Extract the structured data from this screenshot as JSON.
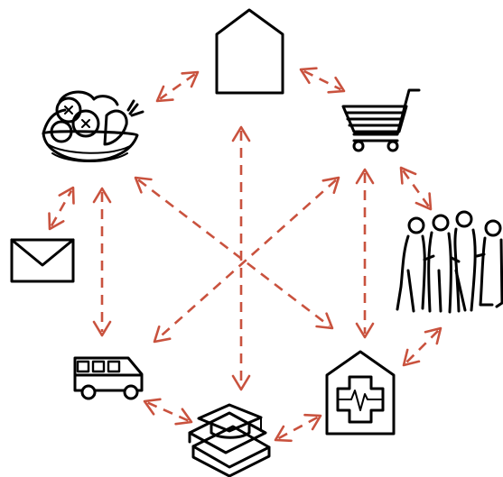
{
  "diagram": {
    "type": "network",
    "colors": {
      "arrow": "#c9523e",
      "icon": "#000000",
      "background": "#ffffff"
    },
    "nodes": [
      {
        "id": "home",
        "icon": "house-icon"
      },
      {
        "id": "shopping",
        "icon": "shopping-cart-icon"
      },
      {
        "id": "people",
        "icon": "group-of-people-icon"
      },
      {
        "id": "health",
        "icon": "health-clinic-icon"
      },
      {
        "id": "education",
        "icon": "books-graduation-cap-icon"
      },
      {
        "id": "transport",
        "icon": "bus-icon"
      },
      {
        "id": "mail",
        "icon": "envelope-icon"
      },
      {
        "id": "food",
        "icon": "food-bowl-icon"
      }
    ],
    "edges": [
      {
        "from": "home",
        "to": "shopping",
        "bidirectional": true
      },
      {
        "from": "home",
        "to": "food",
        "bidirectional": true
      },
      {
        "from": "shopping",
        "to": "people",
        "bidirectional": true
      },
      {
        "from": "people",
        "to": "health",
        "bidirectional": true
      },
      {
        "from": "health",
        "to": "education",
        "bidirectional": true
      },
      {
        "from": "education",
        "to": "transport",
        "bidirectional": true
      },
      {
        "from": "mail",
        "to": "food",
        "bidirectional": true
      },
      {
        "from": "food",
        "to": "transport",
        "bidirectional": true
      },
      {
        "from": "shopping",
        "to": "health",
        "bidirectional": true
      },
      {
        "from": "home",
        "to": "education",
        "bidirectional": true
      },
      {
        "from": "food",
        "to": "health",
        "bidirectional": true
      },
      {
        "from": "shopping",
        "to": "transport",
        "bidirectional": true
      }
    ]
  }
}
